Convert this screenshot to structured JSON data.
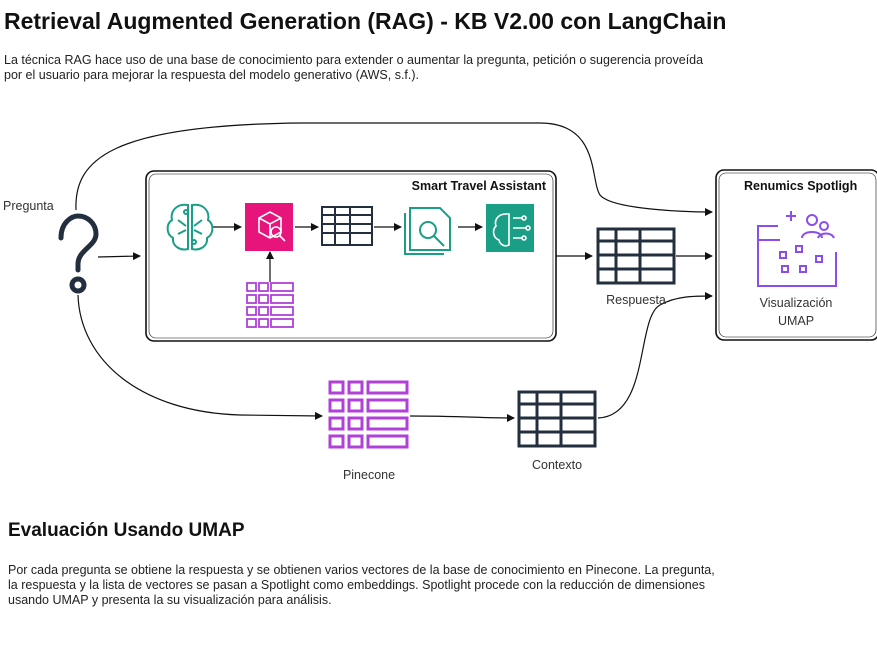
{
  "header": {
    "title": "Retrieval Augmented Generation (RAG) - KB V2.00 con LangChain",
    "intro_line1": "La técnica RAG hace uso de una base de conocimiento para extender o aumentar la pregunta, petición o sugerencia proveída",
    "intro_line2": "por el usuario para mejorar la respuesta del modelo generativo (AWS, s.f.)."
  },
  "diagram": {
    "question_label": "Pregunta",
    "assistant_box_title": "Smart Travel Assistant",
    "spotlight_box_title": "Renumics Spotligh",
    "response_label": "Respuesta",
    "visualization_label_line1": "Visualización",
    "visualization_label_line2": "UMAP",
    "pinecone_label": "Pinecone",
    "context_label": "Contexto",
    "icons": [
      "question-mark-icon",
      "neural-brain-icon",
      "sagemaker-cube-icon",
      "table-icon",
      "document-search-icon",
      "bedrock-brain-icon",
      "vector-grid-icon",
      "response-table-icon",
      "umap-chart-icon",
      "pinecone-grid-icon",
      "context-table-icon"
    ],
    "colors": {
      "teal": "#1a9f86",
      "magenta": "#e7157b",
      "purple": "#b040d8",
      "violet": "#8b4cf0",
      "dark": "#232f3e"
    }
  },
  "evaluation": {
    "title": "Evaluación Usando UMAP",
    "line1": "Por cada pregunta se obtiene la respuesta y se obtienen varios vectores de la base de conocimiento en Pinecone. La pregunta,",
    "line2": "la respuesta y la lista de vectores se pasan a Spotlight como embeddings. Spotlight procede con la reducción de dimensiones",
    "line3": "usando UMAP y presenta la su visualización para análisis."
  }
}
